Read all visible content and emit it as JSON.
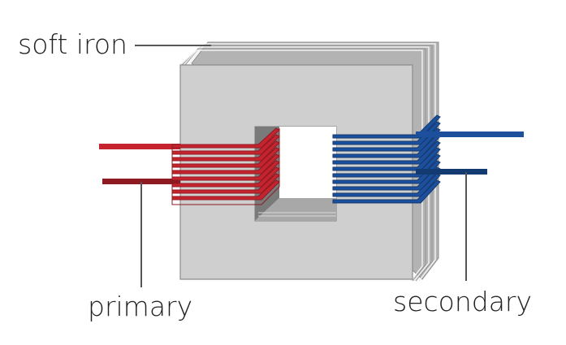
{
  "labels": {
    "core": "soft iron",
    "primary": "primary",
    "secondary": "secondary"
  },
  "colors": {
    "core_face": "#cfcfcf",
    "core_edge": "#8c8c8c",
    "core_shadow": "#6f6f6f",
    "primary_coil": "#c5242f",
    "primary_dark": "#8e1a22",
    "secondary_coil": "#1c4f9c",
    "secondary_dark": "#143a72",
    "leader_line": "#555555"
  }
}
